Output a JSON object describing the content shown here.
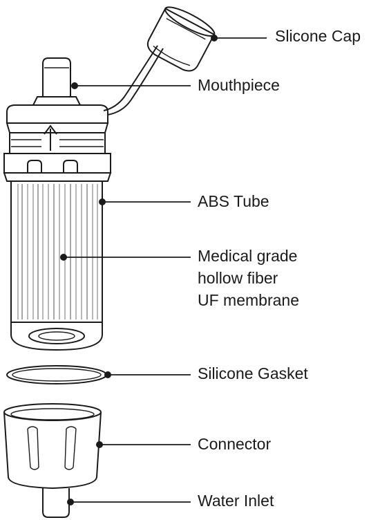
{
  "labels": {
    "silicone_cap": "Slicone Cap",
    "mouthpiece": "Mouthpiece",
    "abs_tube": "ABS Tube",
    "membrane_line1": "Medical grade",
    "membrane_line2": "hollow fiber",
    "membrane_line3": "UF membrane",
    "silicone_gasket": "Silicone Gasket",
    "connector": "Connector",
    "water_inlet": "Water Inlet"
  }
}
